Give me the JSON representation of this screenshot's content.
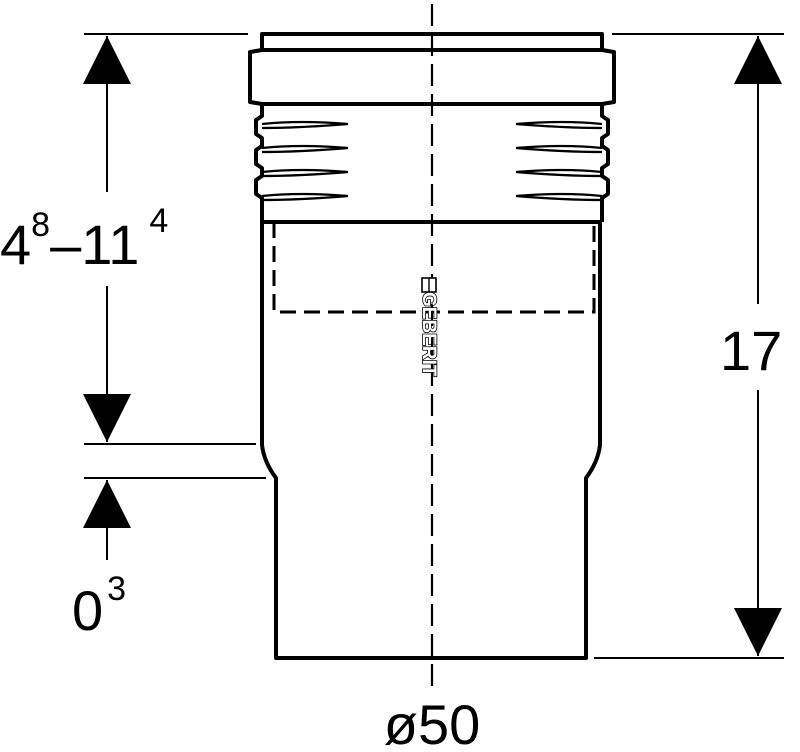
{
  "drawing": {
    "brand": {
      "text": "GEBERIT",
      "logo_icon": "geberit-square-logo-icon"
    },
    "dimensions": {
      "insertion_depth": {
        "base_min": "4",
        "sup_min": "8",
        "dash": "–",
        "base_max": "11",
        "sup_max": "4"
      },
      "gap": {
        "base": "0",
        "sup": "3"
      },
      "length": "17",
      "diameter": "ø50"
    },
    "colors": {
      "line": "#000000",
      "background": "#ffffff"
    }
  }
}
